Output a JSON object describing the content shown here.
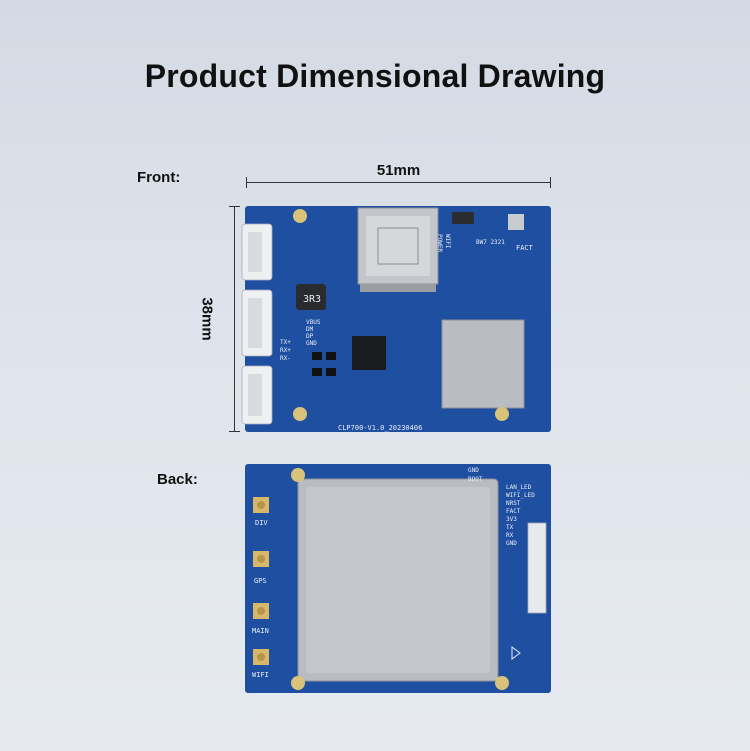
{
  "page": {
    "title": "Product Dimensional Drawing",
    "front_label": "Front:",
    "back_label": "Back:"
  },
  "dimensions": {
    "width": "51mm",
    "height": "38mm"
  },
  "front_board": {
    "silk_power": "POWER",
    "silk_wifi": "WIFI",
    "silk_code": "BW7 2321",
    "silk_fact": "FACT",
    "silk_inductor": "3R3",
    "silk_version": "CLP700-V1.0_20230406",
    "silk_pins": [
      "VBUS",
      "DM",
      "DP",
      "GND",
      "TX+",
      "RX+",
      "RX-"
    ]
  },
  "back_board": {
    "antenna_labels": [
      "DIV",
      "GPS",
      "MAIN",
      "WIFI"
    ],
    "silk_gnd": "GND",
    "silk_boot": "BOOT",
    "silk_pins": [
      "LAN_LED",
      "WIFI_LED",
      "NRST",
      "FACT",
      "3V3",
      "TX",
      "RX",
      "GND"
    ]
  },
  "colors": {
    "pcb_blue": "#1f4fa0",
    "shield_metal": "#b9bcc0",
    "connector_white": "#eef0f2"
  }
}
